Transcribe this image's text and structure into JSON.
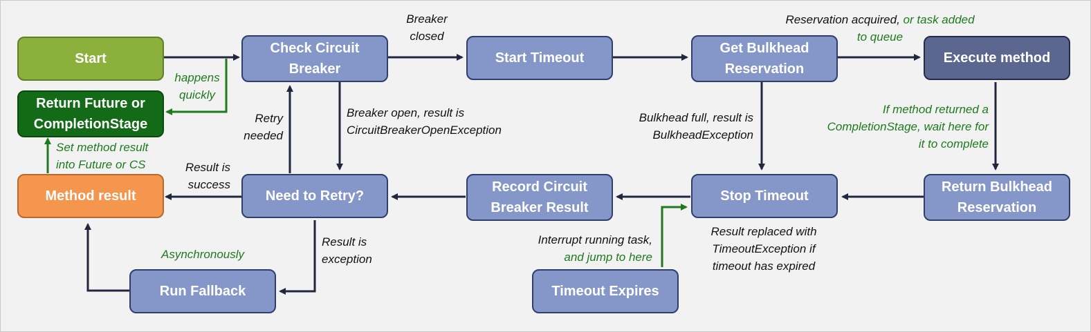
{
  "colors": {
    "background": "#f2f2f2",
    "box_default": "#8497c8",
    "start": "#8bb03c",
    "return_future": "#136b17",
    "method_result": "#f5964f",
    "execute": "#5c6790",
    "arrow_dark": "#23263f",
    "arrow_green": "#1e7a1e",
    "label_green": "#1e7a1e"
  },
  "nodes": {
    "start": "Start",
    "return_future": [
      "Return Future or",
      "CompletionStage"
    ],
    "method_result": "Method result",
    "check_circuit_breaker": [
      "Check Circuit",
      "Breaker"
    ],
    "need_to_retry": "Need to Retry?",
    "run_fallback": "Run Fallback",
    "start_timeout": "Start Timeout",
    "record_circuit_breaker_result": [
      "Record Circuit",
      "Breaker Result"
    ],
    "timeout_expires": "Timeout Expires",
    "get_bulkhead_reservation": [
      "Get Bulkhead",
      "Reservation"
    ],
    "stop_timeout": "Stop Timeout",
    "execute_method": "Execute method",
    "return_bulkhead_reservation": [
      "Return Bulkhead",
      "Reservation"
    ]
  },
  "edge_labels": {
    "happens_quickly": [
      "happens",
      "quickly"
    ],
    "set_method_result": [
      "Set method result",
      "into Future or CS"
    ],
    "retry_needed": [
      "Retry",
      "needed"
    ],
    "result_is_success": [
      "Result is",
      "success"
    ],
    "breaker_closed": [
      "Breaker",
      "closed"
    ],
    "breaker_open": [
      "Breaker open, result is",
      "CircuitBreakerOpenException"
    ],
    "result_is_exception": [
      "Result is",
      "exception"
    ],
    "asynchronously": "Asynchronously",
    "reservation_acquired": "Reservation acquired,",
    "or_task_added": "or task added",
    "to_queue": "to queue",
    "bulkhead_full": [
      "Bulkhead full, result is",
      "BulkheadException"
    ],
    "result_replaced": [
      "Result replaced with",
      "TimeoutException if",
      "timeout has expired"
    ],
    "interrupt_running_task": "Interrupt running task,",
    "and_jump_to_here": "and jump to here",
    "wait_for_completion": [
      "If method returned a",
      "CompletionStage, wait here for",
      "it to complete"
    ]
  }
}
